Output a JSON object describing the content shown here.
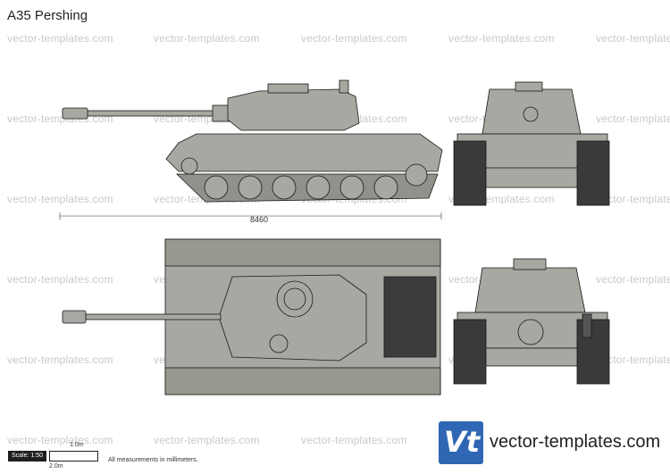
{
  "title": "A35 Pershing",
  "watermark": "vector-templates.com",
  "dimension": "8460",
  "scale": {
    "label": "Scale: 1:50",
    "one": "1.0m",
    "two": "2.0m"
  },
  "note": "All measurements in millimeters.",
  "logo": {
    "letters": "Vt",
    "text": "vector-templates.com"
  },
  "colors": {
    "tank": "#a6a8a1",
    "outline": "#1a1a1a",
    "brand": "#2f67b4"
  }
}
